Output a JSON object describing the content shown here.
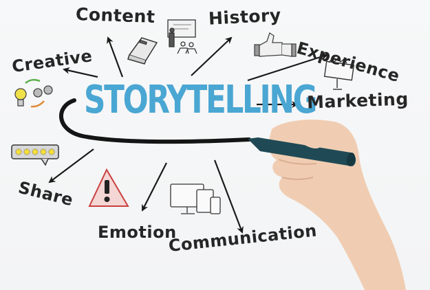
{
  "center_word": "STORYTELLING",
  "keywords": {
    "content": "Content",
    "history": "History",
    "experience": "Experience",
    "creative": "Creative",
    "marketing": "Marketing",
    "share": "Share",
    "emotion": "Emotion",
    "communication": "Communication"
  },
  "colors": {
    "center_word": "#4aa6d2",
    "ink": "#262626",
    "marker": "#1f4a55",
    "skin": "#f0cdb2",
    "warning": "#c9403f",
    "background": "#f5f6f7"
  }
}
